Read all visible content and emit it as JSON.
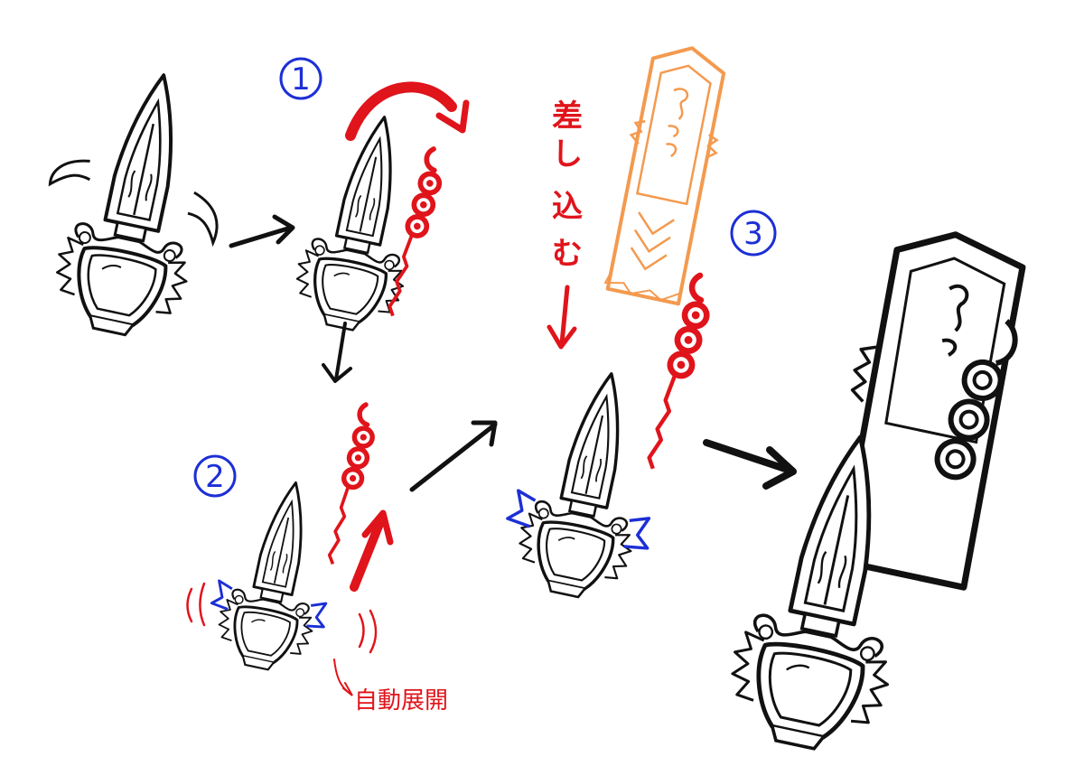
{
  "steps": {
    "step1": "1",
    "step2": "2",
    "step3": "3"
  },
  "annotations": {
    "insert": [
      "差",
      "し",
      "込",
      "む"
    ],
    "auto_deploy": "自動展開"
  },
  "colors": {
    "ink": "#111111",
    "red": "#e0141b",
    "blue": "#1c2fd6",
    "orange": "#f39a4f"
  }
}
